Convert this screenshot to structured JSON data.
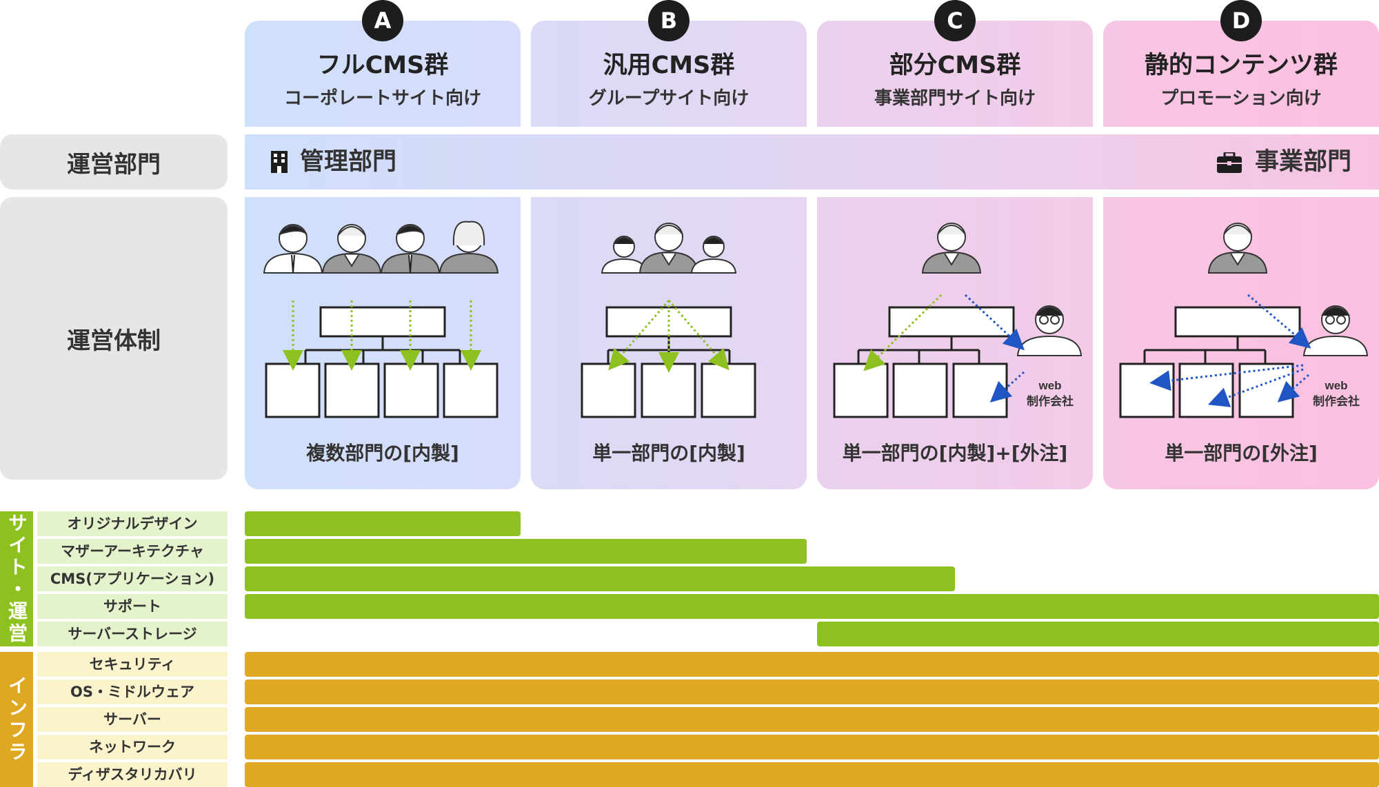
{
  "columns": [
    {
      "badge": "A",
      "title": "フルCMS群",
      "subtitle": "コーポレートサイト向け",
      "caption": "複数部門の[内製]"
    },
    {
      "badge": "B",
      "title": "汎用CMS群",
      "subtitle": "グループサイト向け",
      "caption": "単一部門の[内製]"
    },
    {
      "badge": "C",
      "title": "部分CMS群",
      "subtitle": "事業部門サイト向け",
      "caption": "単一部門の[内製]+[外注]"
    },
    {
      "badge": "D",
      "title": "静的コンテンツ群",
      "subtitle": "プロモーション向け",
      "caption": "単一部門の[外注]"
    }
  ],
  "rows": {
    "operation_dept": "運営部門",
    "operation_structure": "運営体制"
  },
  "departments": {
    "left": "管理部門",
    "right": "事業部門",
    "left_icon": "building-icon",
    "right_icon": "briefcase-icon"
  },
  "vendor_label": [
    "web",
    "制作会社"
  ],
  "feature_groups": [
    {
      "label": "サイト・運営",
      "color": "#8cc11f",
      "label_bg": "#e4f3cc"
    },
    {
      "label": "インフラ",
      "color": "#e0a820",
      "label_bg": "#fbf3cc"
    }
  ],
  "features": [
    {
      "label": "オリジナルデザイン",
      "group": 0,
      "columns": [
        "A"
      ]
    },
    {
      "label": "マザーアーキテクチャ",
      "group": 0,
      "columns": [
        "A",
        "B"
      ]
    },
    {
      "label": "CMS(アプリケーション)",
      "group": 0,
      "columns": [
        "A",
        "B",
        "C"
      ]
    },
    {
      "label": "サポート",
      "group": 0,
      "columns": [
        "A",
        "B",
        "C",
        "D"
      ]
    },
    {
      "label": "サーバーストレージ",
      "group": 0,
      "columns": [
        "C",
        "D"
      ]
    },
    {
      "label": "セキュリティ",
      "group": 1,
      "columns": [
        "A",
        "B",
        "C",
        "D"
      ]
    },
    {
      "label": "OS・ミドルウェア",
      "group": 1,
      "columns": [
        "A",
        "B",
        "C",
        "D"
      ]
    },
    {
      "label": "サーバー",
      "group": 1,
      "columns": [
        "A",
        "B",
        "C",
        "D"
      ]
    },
    {
      "label": "ネットワーク",
      "group": 1,
      "columns": [
        "A",
        "B",
        "C",
        "D"
      ]
    },
    {
      "label": "ディザスタリカバリ",
      "group": 1,
      "columns": [
        "A",
        "B",
        "C",
        "D"
      ]
    }
  ],
  "colors": {
    "col_a": "#d3e1fb",
    "col_b": "#ddd9f6",
    "col_c": "#ecd2ee",
    "col_d": "#fbc4e2",
    "arrow_green": "#8cc11f",
    "arrow_blue": "#1f55c4",
    "badge": "#1d1d1d"
  }
}
